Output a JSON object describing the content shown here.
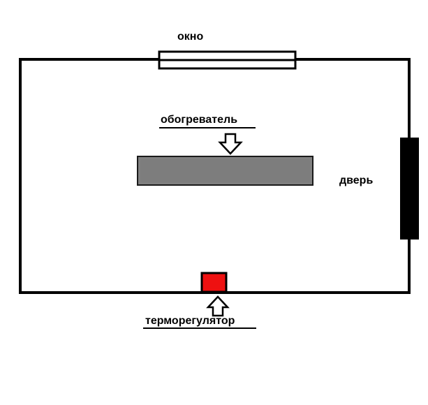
{
  "labels": {
    "window": "окно",
    "heater": "обогреватель",
    "door": "дверь",
    "thermostat": "терморегулятор"
  },
  "colors": {
    "walls": "#000000",
    "heater_fill": "#808080",
    "thermostat_fill": "#ee1111",
    "background": "#ffffff"
  }
}
